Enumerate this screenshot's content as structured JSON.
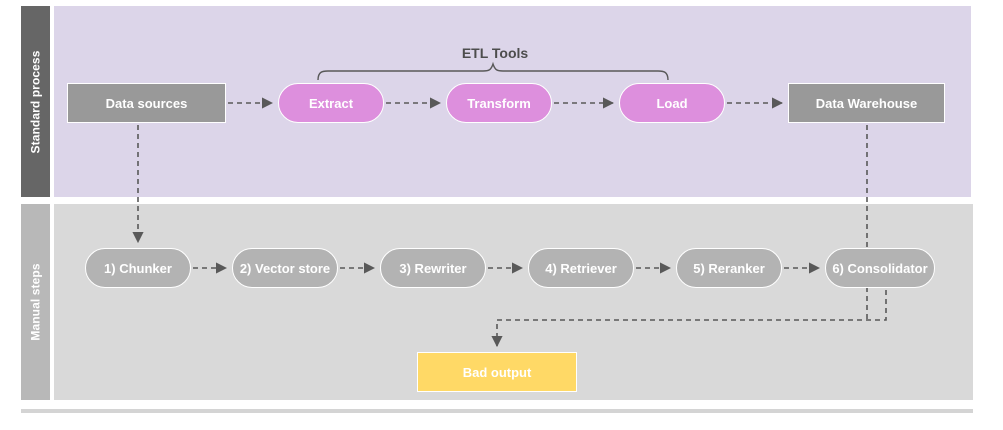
{
  "diagram": {
    "title": "ETL standard process and manual RAG steps",
    "colors": {
      "lane_top_label_bg": "#666666",
      "lane_top_body_bg": "#dcd5e9",
      "lane_bottom_label_bg": "#b8b8b8",
      "lane_bottom_body_bg": "#d9d9d9",
      "gray_node": "#999999",
      "pink_node": "#dd8fdd",
      "soft_gray_node": "#b3b3b3",
      "yellow_node": "#ffd966",
      "connector": "#595959",
      "text_light": "#ffffff",
      "text_dark": "#4d4d4d"
    },
    "lanes": [
      {
        "label": "Standard process"
      },
      {
        "label": "Manual steps"
      }
    ],
    "annotations": {
      "etl_bracket_label": "ETL Tools"
    },
    "standard_process": {
      "nodes": [
        {
          "label": "Data sources",
          "shape": "rect",
          "color": "gray"
        },
        {
          "label": "Extract",
          "shape": "pill",
          "color": "pink"
        },
        {
          "label": "Transform",
          "shape": "pill",
          "color": "pink"
        },
        {
          "label": "Load",
          "shape": "pill",
          "color": "pink"
        },
        {
          "label": "Data Warehouse",
          "shape": "rect",
          "color": "gray"
        }
      ]
    },
    "manual_steps": {
      "nodes": [
        {
          "label": "1) Chunker",
          "shape": "pill",
          "color": "softgray"
        },
        {
          "label": "2) Vector store",
          "shape": "pill",
          "color": "softgray"
        },
        {
          "label": "3) Rewriter",
          "shape": "pill",
          "color": "softgray"
        },
        {
          "label": "4) Retriever",
          "shape": "pill",
          "color": "softgray"
        },
        {
          "label": "5) Reranker",
          "shape": "pill",
          "color": "softgray"
        },
        {
          "label": "6) Consolidator",
          "shape": "pill",
          "color": "softgray"
        }
      ],
      "output": {
        "label": "Bad output",
        "shape": "rect",
        "color": "yellow"
      }
    }
  }
}
